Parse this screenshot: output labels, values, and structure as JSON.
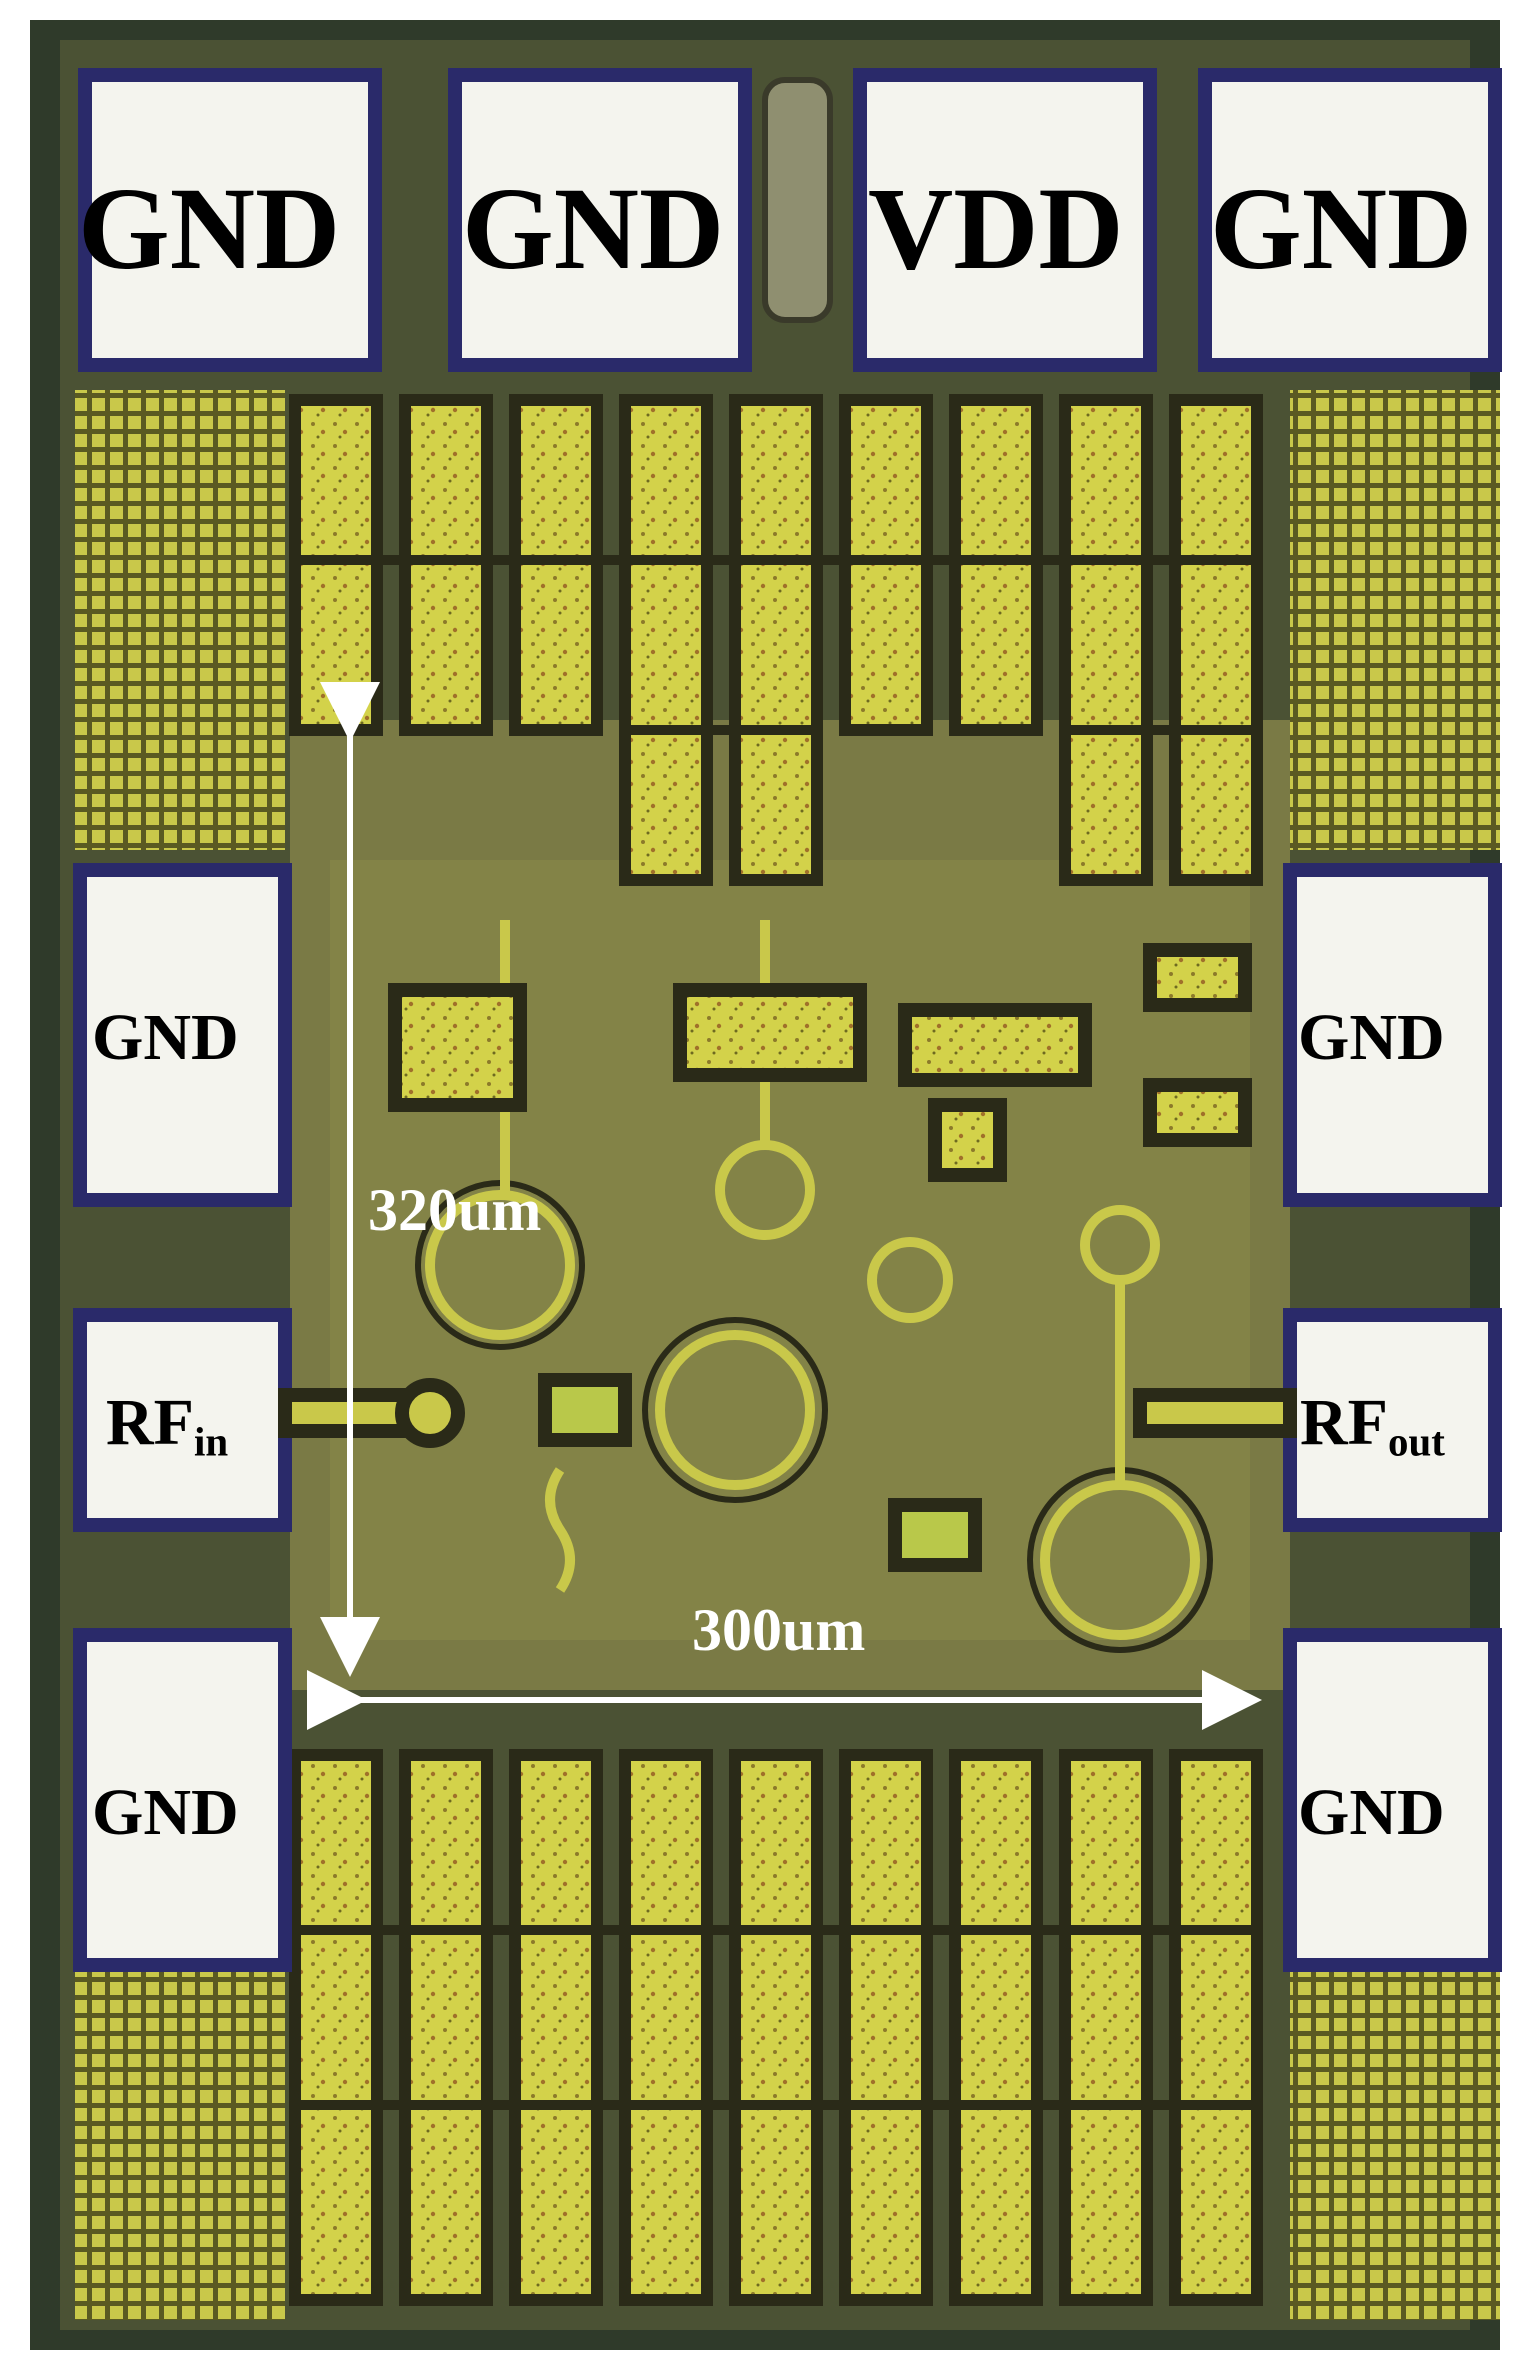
{
  "figure": {
    "pads_top": [
      "GND",
      "GND",
      "VDD",
      "GND"
    ],
    "pads_left": [
      "GND",
      "RF",
      "GND"
    ],
    "pads_right": [
      "GND",
      "RF",
      "GND"
    ],
    "rf_in": {
      "main": "RF",
      "sub": "in"
    },
    "rf_out": {
      "main": "RF",
      "sub": "out"
    },
    "dimension_vertical": "320um",
    "dimension_horizontal": "300um",
    "colors": {
      "die_frame": "#2f3a2a",
      "substrate": "#7a7a45",
      "metal_fill": "#c9c84a",
      "pad": "#f4f4ee",
      "pad_border": "#2a2a6a",
      "arrow": "#ffffff"
    }
  }
}
